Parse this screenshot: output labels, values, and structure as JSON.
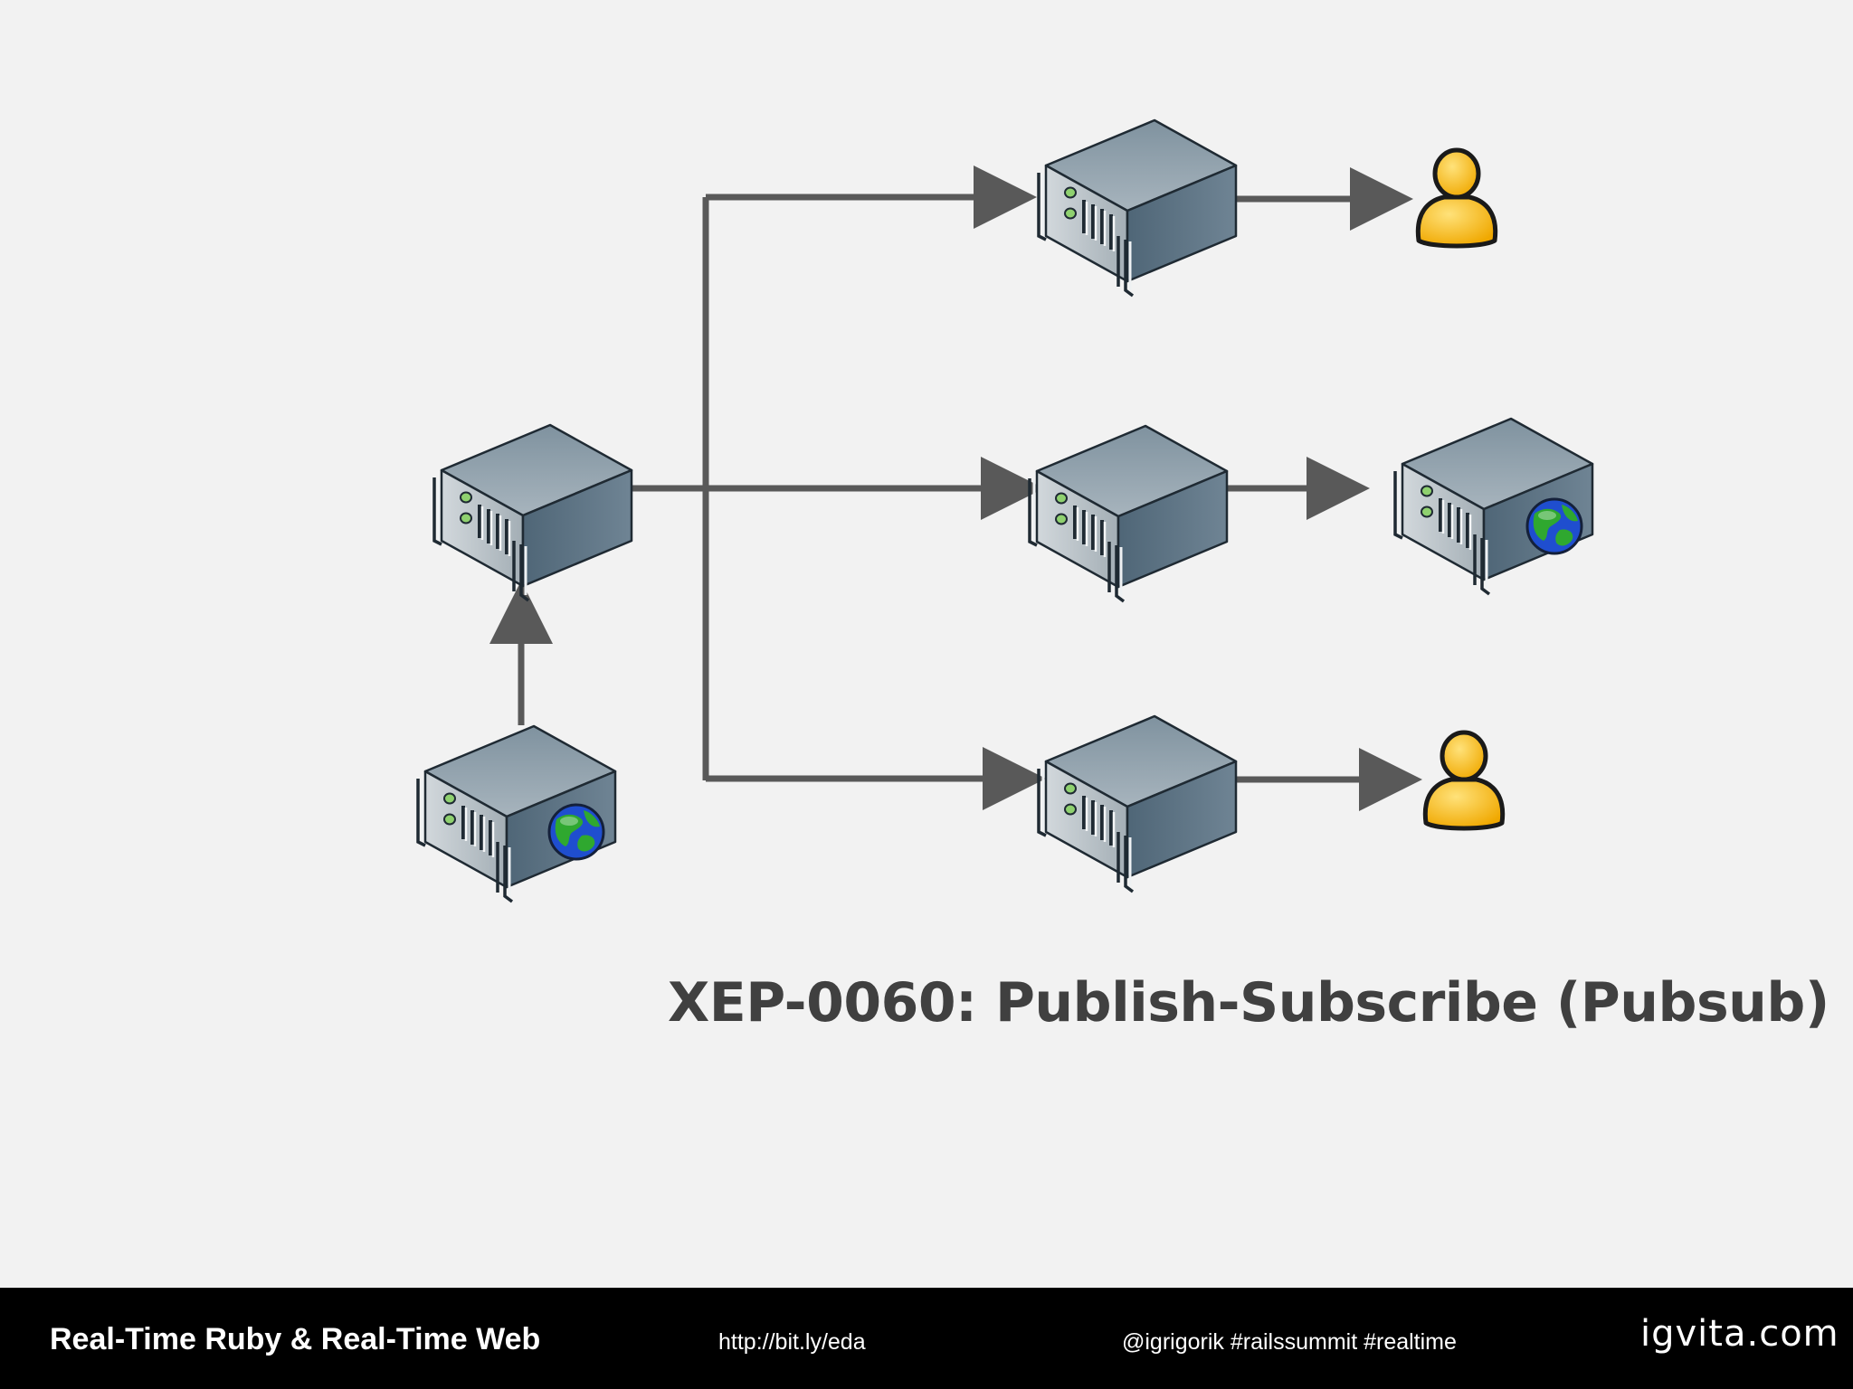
{
  "slide": {
    "title": "XEP-0060: Publish-Subscribe (Pubsub)"
  },
  "diagram": {
    "nodes": [
      {
        "name": "publisher-web-server",
        "kind": "server",
        "badge": "globe-icon"
      },
      {
        "name": "pubsub-hub-server",
        "kind": "server"
      },
      {
        "name": "top-relay-server",
        "kind": "server"
      },
      {
        "name": "middle-relay-server",
        "kind": "server"
      },
      {
        "name": "bottom-relay-server",
        "kind": "server"
      },
      {
        "name": "top-subscriber",
        "kind": "user"
      },
      {
        "name": "subscriber-web-server",
        "kind": "server",
        "badge": "globe-icon"
      },
      {
        "name": "bottom-subscriber",
        "kind": "user"
      }
    ],
    "edges": [
      [
        "publisher-web-server",
        "pubsub-hub-server"
      ],
      [
        "pubsub-hub-server",
        "top-relay-server"
      ],
      [
        "pubsub-hub-server",
        "middle-relay-server"
      ],
      [
        "pubsub-hub-server",
        "bottom-relay-server"
      ],
      [
        "top-relay-server",
        "top-subscriber"
      ],
      [
        "middle-relay-server",
        "subscriber-web-server"
      ],
      [
        "bottom-relay-server",
        "bottom-subscriber"
      ]
    ],
    "colors": {
      "background": "#f2f2f2",
      "connector": "#595959",
      "server_top": "#7f929f",
      "server_front": "#b7c0c6",
      "server_side": "#53697a",
      "user": "#f5b400",
      "globe_water": "#1f4ecf",
      "globe_land": "#2fa82f"
    }
  },
  "footer": {
    "title": "Real-Time Ruby & Real-Time Web",
    "link": "http://bit.ly/eda",
    "tags": "@igrigorik #railssummit #realtime",
    "brand": "igvita.com",
    "background": "#000000"
  }
}
